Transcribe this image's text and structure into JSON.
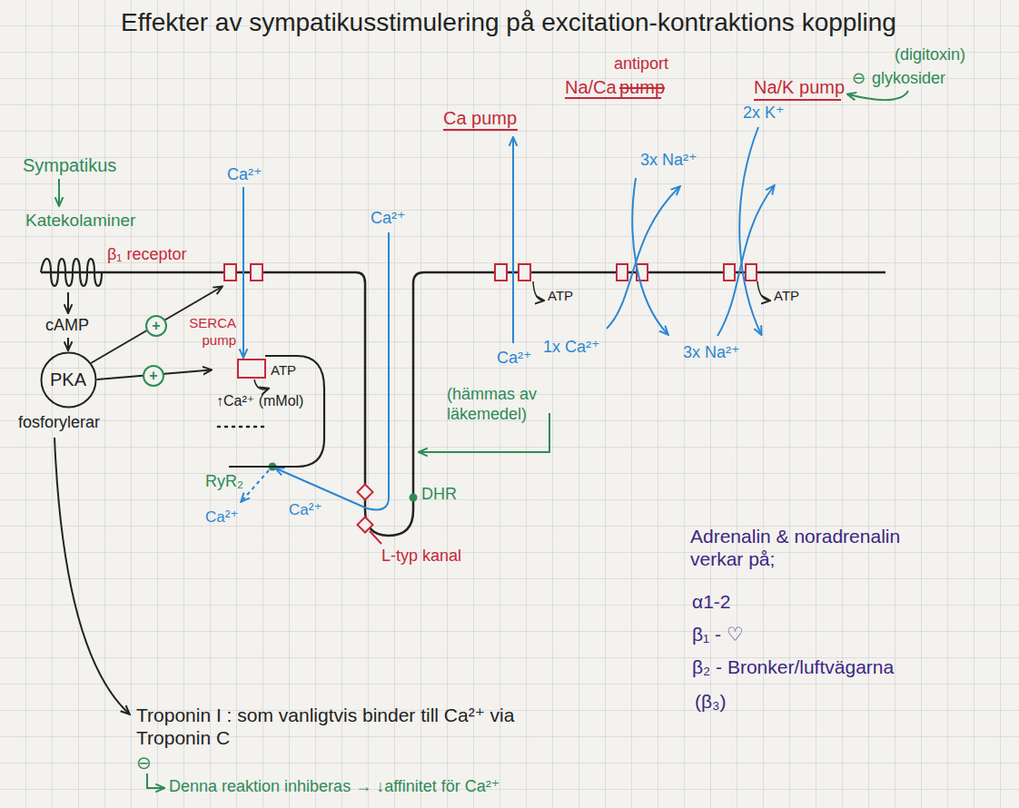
{
  "diagram": {
    "title": "Effekter av sympatikusstimulering på excitation-kontraktions koppling",
    "nodes": [
      {
        "text": [
          "PKA"
        ]
      },
      {
        "text": [
          "↑Ca²⁺ (mMol)"
        ]
      }
    ],
    "edges": [
      {
        "from": 0,
        "to": 1,
        "arrow": "to"
      }
    ],
    "labels": [
      "(digitoxin)",
      "Na/Ca",
      "antiport",
      "pump",
      "⊖",
      "glykosider",
      "Na/K pump",
      "Ca pump",
      "Sympatikus",
      "Ca²⁺",
      "Ca²⁺",
      "3x Na²⁺",
      "2x K⁺",
      "Katekolaminer",
      "β₁ receptor",
      "ATP",
      "ATP",
      "cAMP",
      "+",
      "SERCA pump",
      "+",
      "ATP",
      "Ca²⁺",
      "1x Ca²⁺",
      "3x Na²⁺",
      "fosforylerar",
      "RyR₂",
      "(hämmas av läkemedel)",
      "DHR",
      "Ca²⁺",
      "Ca²⁺",
      "L-typ kanal",
      "Adrenalin & noradrenalin verkar på;",
      "α1-2",
      "β₁ - ♡",
      "β₂ - Bronker/luftvägarna",
      "(β₃)",
      "Troponin I : som vanligtvis binder till Ca²⁺ via Troponin C",
      "⊖",
      "Denna reaktion inhiberas → ↓affinitet för Ca²⁺"
    ]
  }
}
